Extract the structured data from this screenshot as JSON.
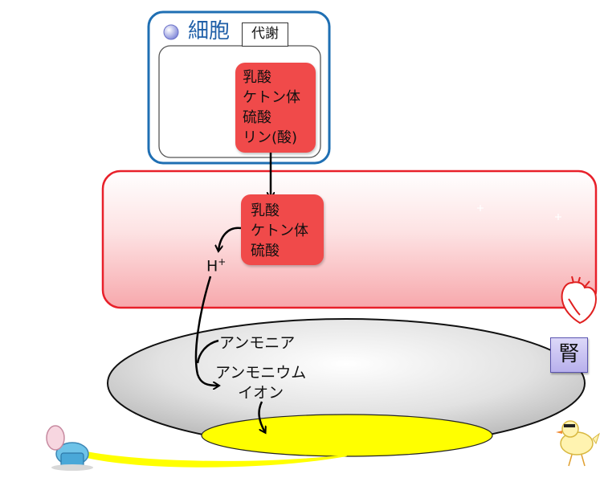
{
  "cell": {
    "title": "細胞",
    "metabolism_label": "代謝"
  },
  "cell_acids": [
    "乳酸",
    "ケトン体",
    "硫酸",
    "リン(酸)"
  ],
  "blood_acids": [
    "乳酸",
    "ケトン体",
    "硫酸"
  ],
  "hydrogen_ion": {
    "base": "H",
    "charge": "+"
  },
  "ammonia": "アンモニア",
  "ammonium_ion": [
    "アンモニウム",
    "イオン"
  ],
  "kidney": {
    "label": "腎"
  },
  "icons": [
    "circle-bullet-icon",
    "heart-icon",
    "toilet-icon",
    "bird-icon"
  ],
  "colors": {
    "cell_border": "#1f6fb3",
    "acid_box": "#f04a4a",
    "blood_band_border": "#e8202a",
    "kidney_fill": "#dddddd",
    "urine": "#ffff00"
  }
}
